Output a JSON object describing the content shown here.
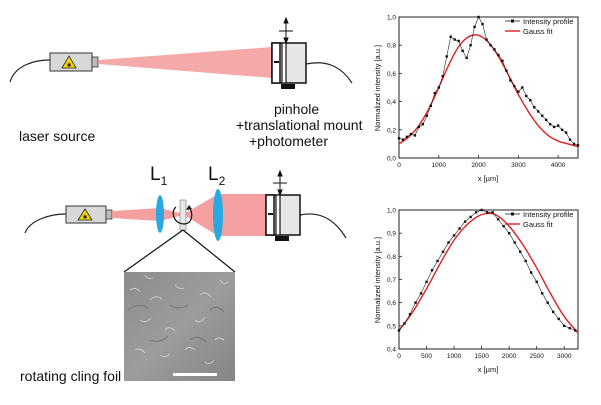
{
  "diagram": {
    "label_laser_source": "laser source",
    "label_pinhole_line1": "pinhole",
    "label_pinhole_line2": "+translational mount",
    "label_pinhole_line3": "+photometer",
    "label_L1": "L",
    "label_L1_sub": "1",
    "label_L2": "L",
    "label_L2_sub": "2",
    "label_rotating_foil": "rotating cling foil",
    "colors": {
      "beam": "#f4a0a0",
      "lens": "#29a9e0",
      "laser_body": "#d8d8d8",
      "warning_sign": "#f5d800"
    }
  },
  "chart_data": [
    {
      "type": "scatter",
      "xlabel": "x [µm]",
      "ylabel": "Normalized intensity [a.u.]",
      "xlim": [
        0,
        4500
      ],
      "ylim": [
        0.0,
        1.0
      ],
      "xticks": [
        0,
        1000,
        2000,
        3000,
        4000
      ],
      "yticks": [
        "0,0",
        "0,2",
        "0,4",
        "0,6",
        "0,8",
        "1,0"
      ],
      "legend_placement": "top-right",
      "series": [
        {
          "name": "Intensity profile",
          "color": "#000000",
          "x": [
            0,
            100,
            200,
            300,
            400,
            500,
            600,
            700,
            800,
            900,
            1000,
            1100,
            1200,
            1300,
            1400,
            1500,
            1600,
            1700,
            1800,
            1900,
            2000,
            2100,
            2200,
            2300,
            2400,
            2500,
            2600,
            2700,
            2800,
            2900,
            3000,
            3100,
            3200,
            3300,
            3400,
            3500,
            3600,
            3700,
            3800,
            3900,
            4000,
            4100,
            4200,
            4300,
            4400,
            4500
          ],
          "y": [
            0.14,
            0.13,
            0.15,
            0.17,
            0.16,
            0.22,
            0.24,
            0.3,
            0.37,
            0.46,
            0.5,
            0.58,
            0.72,
            0.86,
            0.84,
            0.83,
            0.76,
            0.71,
            0.8,
            0.93,
            1.0,
            0.95,
            0.84,
            0.8,
            0.77,
            0.73,
            0.69,
            0.62,
            0.55,
            0.51,
            0.47,
            0.5,
            0.44,
            0.41,
            0.36,
            0.33,
            0.3,
            0.27,
            0.24,
            0.22,
            0.23,
            0.2,
            0.18,
            0.13,
            0.1,
            0.09
          ]
        },
        {
          "name": "Gauss fit",
          "color": "#e02020",
          "x": [
            0,
            250,
            500,
            750,
            1000,
            1250,
            1500,
            1750,
            2000,
            2250,
            2500,
            2750,
            3000,
            3250,
            3500,
            3750,
            4000,
            4250,
            4500
          ],
          "y": [
            0.1,
            0.15,
            0.23,
            0.35,
            0.5,
            0.66,
            0.79,
            0.86,
            0.87,
            0.82,
            0.72,
            0.59,
            0.45,
            0.33,
            0.23,
            0.16,
            0.12,
            0.1,
            0.08
          ]
        }
      ]
    },
    {
      "type": "scatter",
      "xlabel": "x [µm]",
      "ylabel": "Normalized intensity [a.u.]",
      "xlim": [
        0,
        3250
      ],
      "ylim": [
        0.4,
        1.0
      ],
      "xticks": [
        0,
        500,
        1000,
        1500,
        2000,
        2500,
        3000
      ],
      "yticks": [
        "0,4",
        "0,5",
        "0,6",
        "0,7",
        "0,8",
        "0,9",
        "1,0"
      ],
      "legend_placement": "top-right",
      "series": [
        {
          "name": "Intensity profile",
          "color": "#000000",
          "x": [
            0,
            100,
            200,
            300,
            400,
            500,
            600,
            700,
            800,
            900,
            1000,
            1100,
            1200,
            1300,
            1400,
            1500,
            1600,
            1700,
            1800,
            1900,
            2000,
            2100,
            2200,
            2300,
            2400,
            2500,
            2600,
            2700,
            2800,
            2900,
            3000,
            3100,
            3200
          ],
          "y": [
            0.48,
            0.51,
            0.55,
            0.6,
            0.64,
            0.69,
            0.74,
            0.78,
            0.82,
            0.86,
            0.89,
            0.92,
            0.95,
            0.97,
            0.99,
            1.0,
            0.99,
            0.99,
            0.96,
            0.93,
            0.9,
            0.86,
            0.82,
            0.78,
            0.73,
            0.69,
            0.64,
            0.6,
            0.56,
            0.53,
            0.5,
            0.49,
            0.48
          ]
        },
        {
          "name": "Gauss fit",
          "color": "#e02020",
          "x": [
            0,
            250,
            500,
            750,
            1000,
            1250,
            1500,
            1750,
            2000,
            2250,
            2500,
            2750,
            3000,
            3250
          ],
          "y": [
            0.48,
            0.56,
            0.66,
            0.77,
            0.87,
            0.94,
            0.98,
            0.98,
            0.93,
            0.85,
            0.75,
            0.64,
            0.54,
            0.47
          ]
        }
      ]
    }
  ]
}
